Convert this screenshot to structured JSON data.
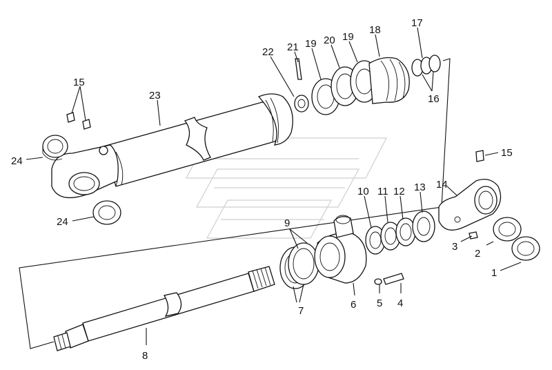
{
  "diagram": {
    "callouts": [
      {
        "id": "c1",
        "text": "1"
      },
      {
        "id": "c2",
        "text": "2"
      },
      {
        "id": "c3",
        "text": "3"
      },
      {
        "id": "c4",
        "text": "4"
      },
      {
        "id": "c5",
        "text": "5"
      },
      {
        "id": "c6",
        "text": "6"
      },
      {
        "id": "c7",
        "text": "7"
      },
      {
        "id": "c8",
        "text": "8"
      },
      {
        "id": "c9",
        "text": "9"
      },
      {
        "id": "c10",
        "text": "10"
      },
      {
        "id": "c11",
        "text": "11"
      },
      {
        "id": "c12",
        "text": "12"
      },
      {
        "id": "c13",
        "text": "13"
      },
      {
        "id": "c14",
        "text": "14"
      },
      {
        "id": "c15a",
        "text": "15"
      },
      {
        "id": "c15b",
        "text": "15"
      },
      {
        "id": "c16",
        "text": "16"
      },
      {
        "id": "c17",
        "text": "17"
      },
      {
        "id": "c18",
        "text": "18"
      },
      {
        "id": "c19a",
        "text": "19"
      },
      {
        "id": "c19b",
        "text": "19"
      },
      {
        "id": "c20",
        "text": "20"
      },
      {
        "id": "c21",
        "text": "21"
      },
      {
        "id": "c22",
        "text": "22"
      },
      {
        "id": "c23",
        "text": "23"
      },
      {
        "id": "c24a",
        "text": "24"
      },
      {
        "id": "c24b",
        "text": "24"
      }
    ]
  }
}
